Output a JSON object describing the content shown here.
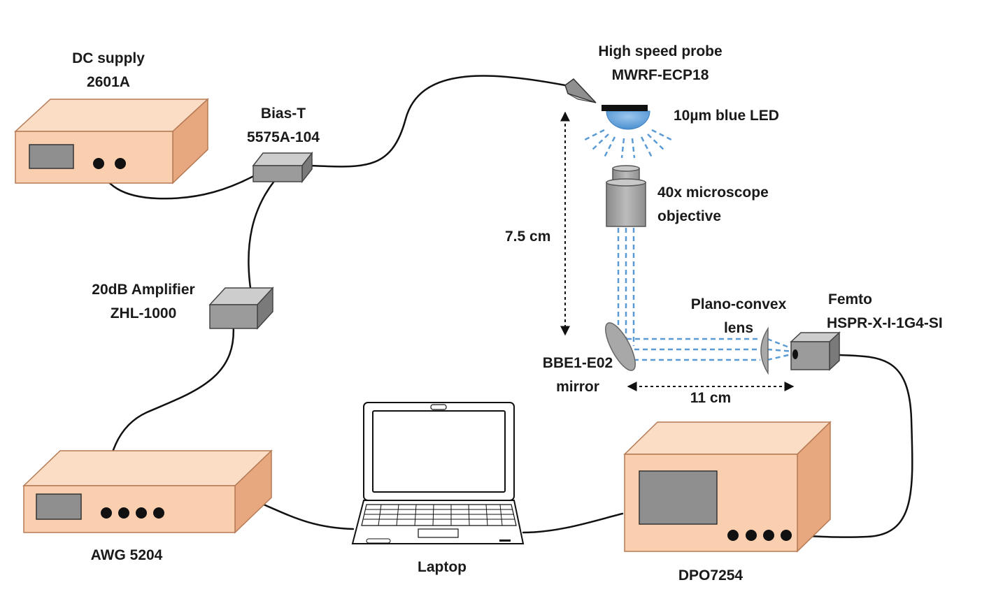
{
  "labels": {
    "dc_supply": [
      "DC supply",
      "2601A"
    ],
    "bias_t": [
      "Bias-T",
      "5575A-104"
    ],
    "amplifier": [
      "20dB Amplifier",
      "ZHL-1000"
    ],
    "awg": [
      "AWG 5204"
    ],
    "laptop": [
      "Laptop"
    ],
    "probe": [
      "High speed probe",
      "MWRF-ECP18"
    ],
    "led": [
      "10µm blue LED"
    ],
    "objective": [
      "40x microscope",
      "objective"
    ],
    "distance_vertical": [
      "7.5 cm"
    ],
    "mirror": [
      "BBE1-E02",
      "mirror"
    ],
    "lens": [
      "Plano-convex",
      "lens"
    ],
    "femto": [
      "Femto",
      "HSPR-X-I-1G4-SI"
    ],
    "distance_horizontal": [
      "11 cm"
    ],
    "oscilloscope": [
      "DPO7254"
    ]
  },
  "colors": {
    "box_face": "#f9cfb0",
    "box_top": "#fbdcc4",
    "box_side": "#e8a87f",
    "box_stroke": "#b57a55",
    "module_face": "#9b9b9b",
    "module_top": "#cdcdcd",
    "module_side": "#7a7a7a",
    "light_beam": "#5b9bd5",
    "led": "#5b9bd5",
    "cable": "#111111"
  }
}
